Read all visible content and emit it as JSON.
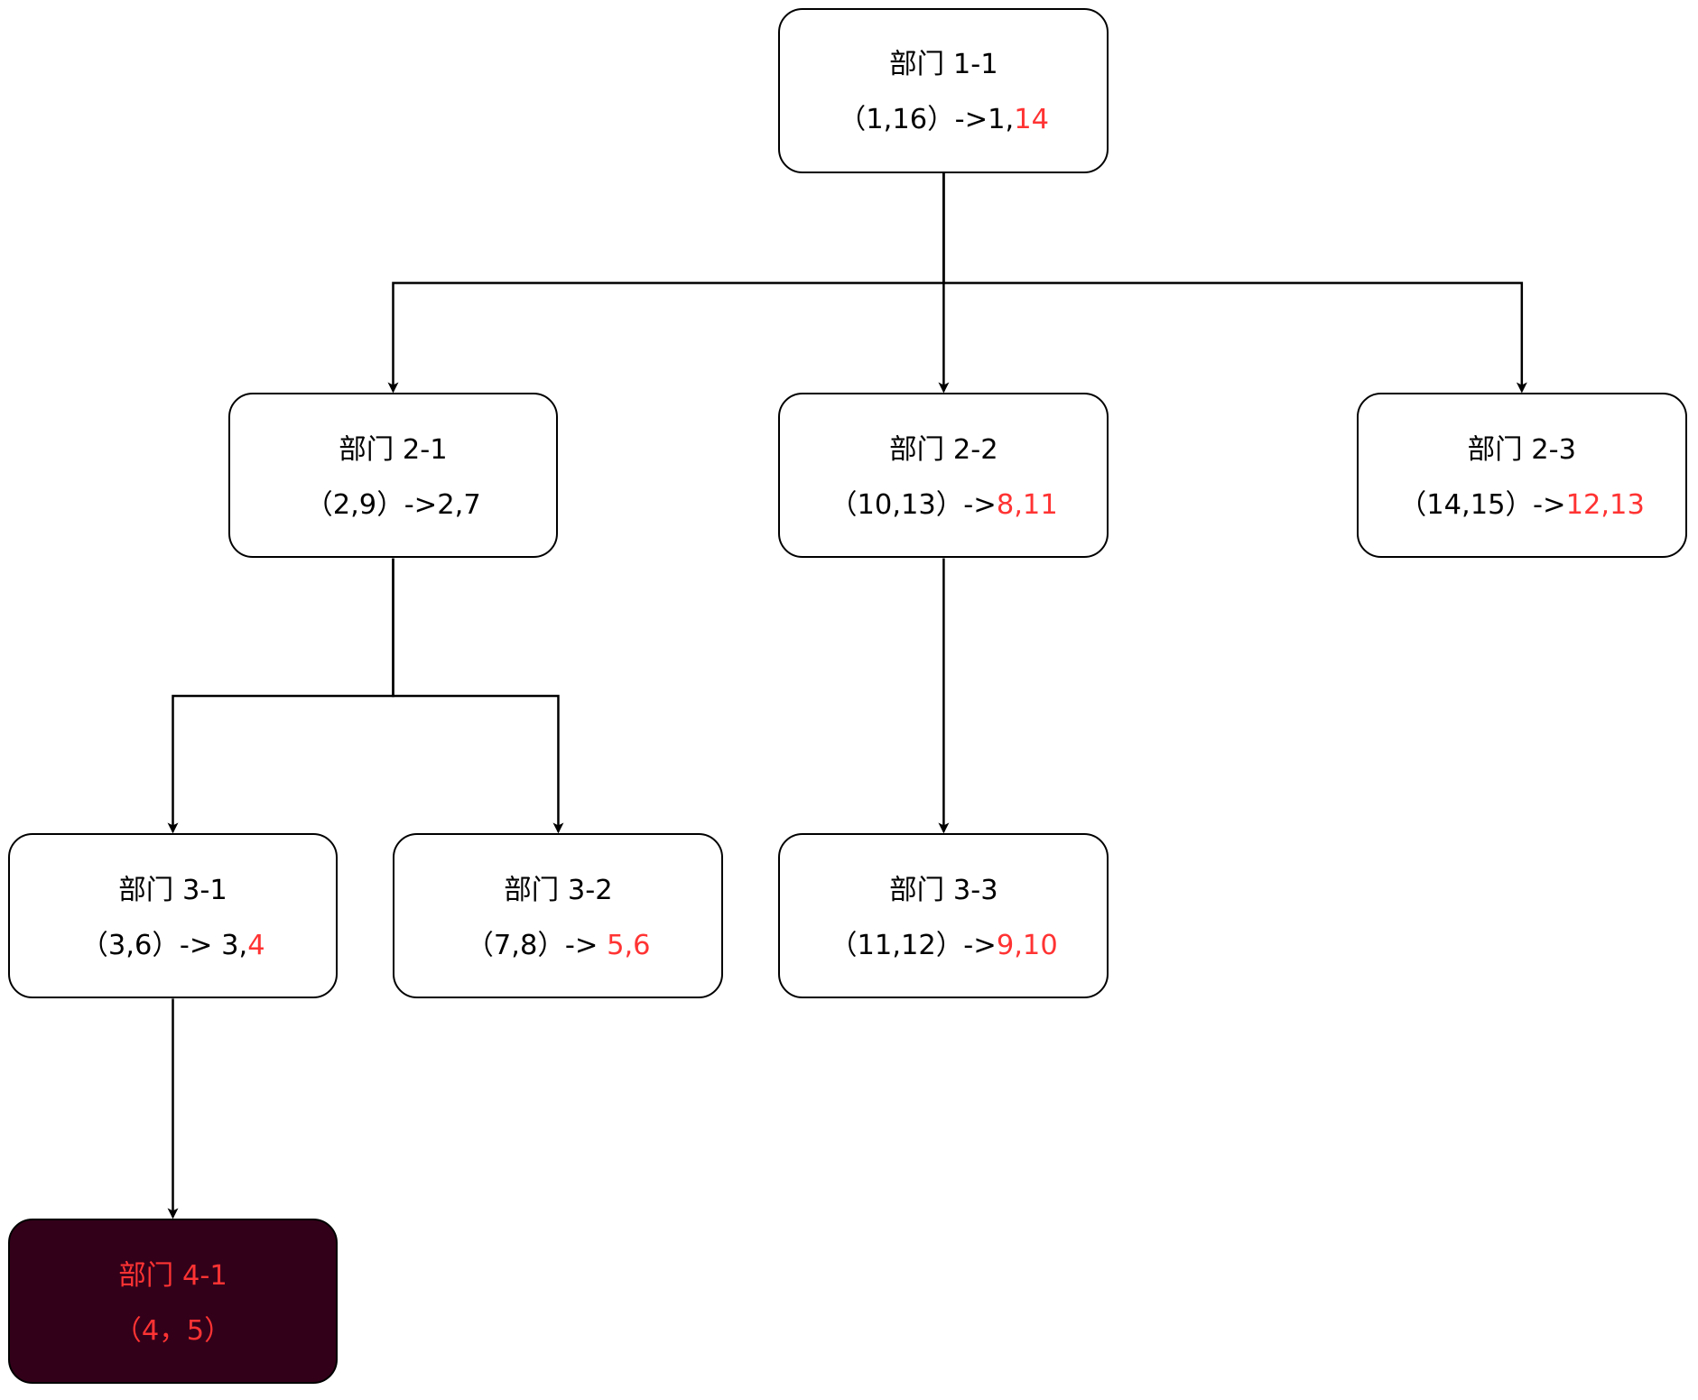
{
  "colors": {
    "node_fill": "#ffffff",
    "node_border": "#000000",
    "text": "#000000",
    "accent_red": "#ff3333",
    "highlight_fill": "#330019"
  },
  "nodes": [
    {
      "id": "1-1",
      "title": "部门 1-1",
      "range": "（1,16）",
      "arrow": "->1,",
      "new_value": "14",
      "highlight": false
    },
    {
      "id": "2-1",
      "title": "部门 2-1",
      "range": "（2,9）",
      "arrow": "->2,7",
      "new_value": "",
      "highlight": false
    },
    {
      "id": "2-2",
      "title": "部门 2-2",
      "range": "（10,13）",
      "arrow": "->",
      "new_value": "8,11",
      "highlight": false
    },
    {
      "id": "2-3",
      "title": "部门 2-3",
      "range": "（14,15）",
      "arrow": "->",
      "new_value": "12,13",
      "highlight": false
    },
    {
      "id": "3-1",
      "title": "部门 3-1",
      "range": "（3,6）",
      "arrow": "-> 3,",
      "new_value": "4",
      "highlight": false
    },
    {
      "id": "3-2",
      "title": "部门 3-2",
      "range": "（7,8）",
      "arrow": "-> ",
      "new_value": "5,6",
      "highlight": false
    },
    {
      "id": "3-3",
      "title": "部门 3-3",
      "range": "（11,12）",
      "arrow": "->",
      "new_value": "9,10",
      "highlight": false
    },
    {
      "id": "4-1",
      "title": "部门 4-1",
      "range": "（4，5）",
      "arrow": "",
      "new_value": "",
      "highlight": true
    }
  ],
  "edges": [
    {
      "from": "1-1",
      "to": "2-1"
    },
    {
      "from": "1-1",
      "to": "2-2"
    },
    {
      "from": "1-1",
      "to": "2-3"
    },
    {
      "from": "2-1",
      "to": "3-1"
    },
    {
      "from": "2-1",
      "to": "3-2"
    },
    {
      "from": "2-2",
      "to": "3-3"
    },
    {
      "from": "3-1",
      "to": "4-1"
    }
  ]
}
